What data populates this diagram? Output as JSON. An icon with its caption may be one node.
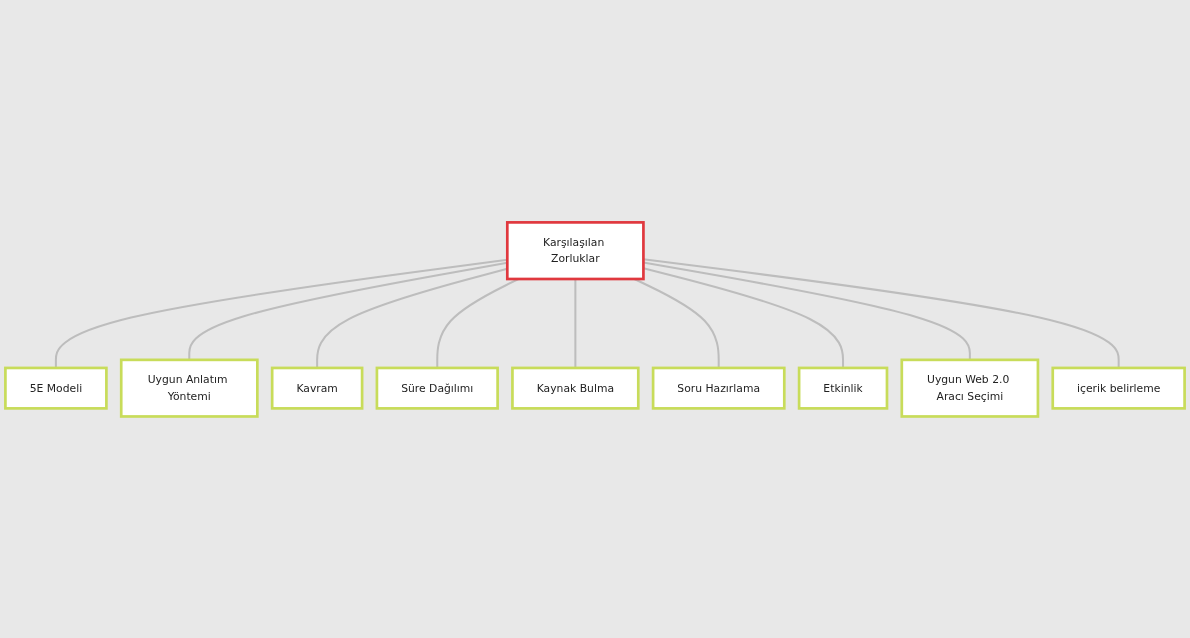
{
  "diagram": {
    "nodes": [
      {
        "text": [
          "Karşılaşılan Zorluklar"
        ]
      },
      {
        "text": [
          "5E Modeli"
        ]
      },
      {
        "text": [
          "Uygun Anlatım Yöntemi"
        ]
      },
      {
        "text": [
          "Kavram"
        ]
      },
      {
        "text": [
          "Süre Dağılımı"
        ]
      },
      {
        "text": [
          "Kaynak Bulma"
        ]
      },
      {
        "text": [
          "Soru Hazırlama"
        ]
      },
      {
        "text": [
          "Etkinlik"
        ]
      },
      {
        "text": [
          "Uygun Web 2.0 Aracı Seçimi"
        ]
      },
      {
        "text": [
          "içerik belirleme"
        ]
      }
    ],
    "edges": [
      {
        "from": 0,
        "to": 1,
        "arrow": "none"
      },
      {
        "from": 0,
        "to": 2,
        "arrow": "none"
      },
      {
        "from": 0,
        "to": 3,
        "arrow": "none"
      },
      {
        "from": 0,
        "to": 4,
        "arrow": "none"
      },
      {
        "from": 0,
        "to": 5,
        "arrow": "none"
      },
      {
        "from": 0,
        "to": 6,
        "arrow": "none"
      },
      {
        "from": 0,
        "to": 7,
        "arrow": "none"
      },
      {
        "from": 0,
        "to": 8,
        "arrow": "none"
      },
      {
        "from": 0,
        "to": 9,
        "arrow": "none"
      }
    ]
  }
}
